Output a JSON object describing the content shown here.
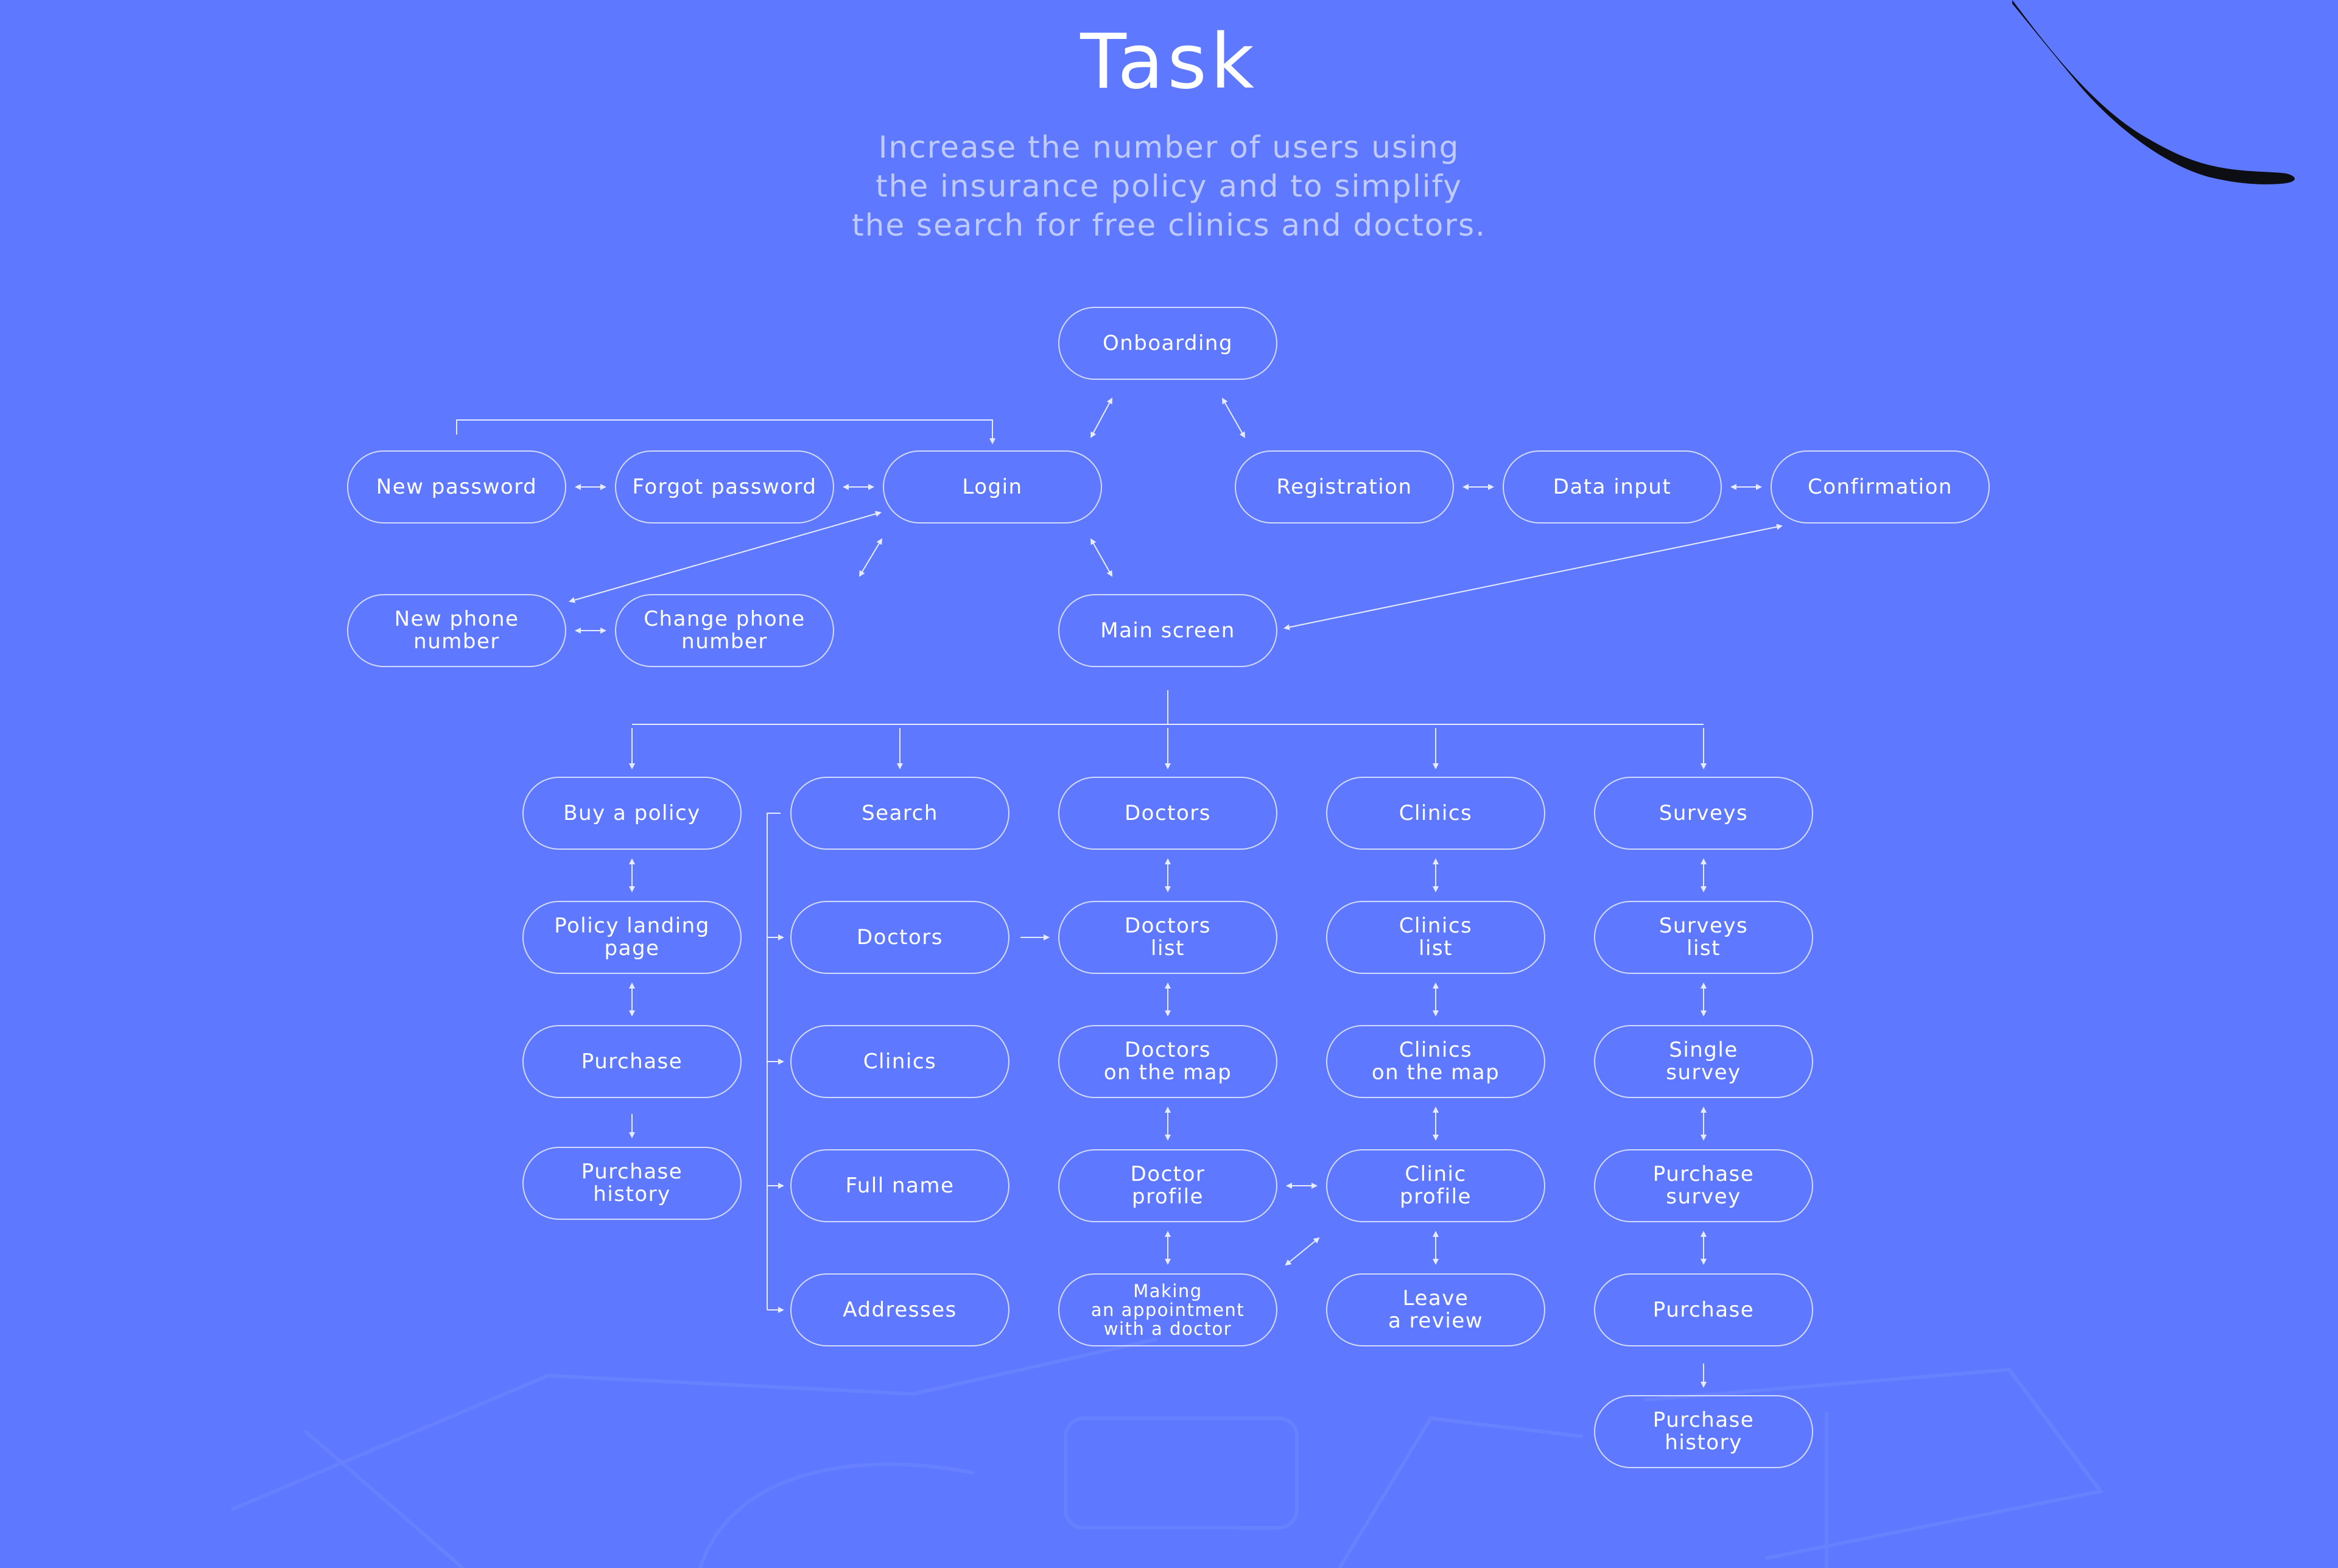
{
  "header": {
    "title": "Task",
    "subtitle": [
      "Increase the number of users using",
      "the insurance policy and to simplify",
      "the search for free clinics and doctors."
    ]
  },
  "colors": {
    "background": "#5e79ff",
    "text": "#ffffff",
    "subtitle": "#bfcaff",
    "line": "#ffffff"
  },
  "nodes": {
    "onboarding": "Onboarding",
    "new_password": "New password",
    "forgot_password": "Forgot password",
    "login": "Login",
    "registration": "Registration",
    "data_input": "Data input",
    "confirmation": "Confirmation",
    "new_phone_number": "New phone\nnumber",
    "change_phone_number": "Change phone\nnumber",
    "main_screen": "Main screen",
    "buy_a_policy": "Buy a policy",
    "policy_landing_page": "Policy landing\npage",
    "purchase": "Purchase",
    "purchase_history": "Purchase\nhistory",
    "search": "Search",
    "search_doctors": "Doctors",
    "search_clinics": "Clinics",
    "search_full_name": "Full name",
    "search_addresses": "Addresses",
    "doctors": "Doctors",
    "doctors_list": "Doctors\nlist",
    "doctors_on_the_map": "Doctors\non the map",
    "doctor_profile": "Doctor\nprofile",
    "making_an_appointment": "Making\nan appointment\nwith a doctor",
    "clinics": "Clinics",
    "clinics_list": "Clinics\nlist",
    "clinics_on_the_map": "Clinics\non the map",
    "clinic_profile": "Clinic\nprofile",
    "leave_a_review": "Leave\na review",
    "surveys": "Surveys",
    "surveys_list": "Surveys\nlist",
    "single_survey": "Single\nsurvey",
    "purchase_survey": "Purchase\nsurvey",
    "surveys_purchase": "Purchase",
    "surveys_purchase_history": "Purchase\nhistory"
  }
}
